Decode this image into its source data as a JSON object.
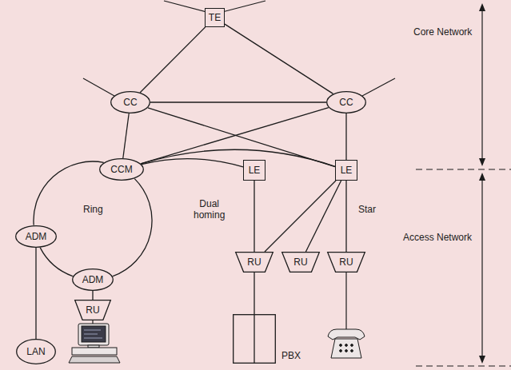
{
  "diagram": {
    "nodes": [
      {
        "text": [
          "TE"
        ]
      },
      {
        "text": [
          "CC"
        ]
      },
      {
        "text": [
          "CC"
        ]
      },
      {
        "text": [
          "CCM"
        ]
      },
      {
        "text": [
          "LE"
        ]
      },
      {
        "text": [
          "LE"
        ]
      },
      {
        "text": [
          "ADM"
        ]
      },
      {
        "text": [
          "RU"
        ]
      },
      {
        "text": [
          "RU"
        ]
      },
      {
        "text": [
          "RU"
        ]
      },
      {
        "text": [
          "ADM"
        ]
      },
      {
        "text": [
          "RU"
        ]
      },
      {
        "text": [
          "PBX"
        ]
      },
      {
        "text": [
          "LAN"
        ]
      }
    ],
    "edges": [
      {
        "from": 0,
        "to": 1,
        "arrow": "none"
      },
      {
        "from": 0,
        "to": 2,
        "arrow": "none"
      },
      {
        "from": 1,
        "to": 2,
        "arrow": "none"
      },
      {
        "from": 1,
        "to": 5,
        "arrow": "none"
      },
      {
        "from": 2,
        "to": 3,
        "arrow": "none"
      },
      {
        "from": 1,
        "to": 3,
        "arrow": "none"
      },
      {
        "from": 2,
        "to": 5,
        "arrow": "none"
      },
      {
        "from": 3,
        "to": 4,
        "arrow": "none"
      },
      {
        "from": 3,
        "to": 5,
        "arrow": "none"
      },
      {
        "from": 3,
        "to": 6,
        "arrow": "none"
      },
      {
        "from": 6,
        "to": 10,
        "arrow": "none"
      },
      {
        "from": 10,
        "to": 3,
        "arrow": "none"
      },
      {
        "from": 4,
        "to": 7,
        "arrow": "none"
      },
      {
        "from": 5,
        "to": 7,
        "arrow": "none"
      },
      {
        "from": 5,
        "to": 8,
        "arrow": "none"
      },
      {
        "from": 5,
        "to": 9,
        "arrow": "none"
      },
      {
        "from": 6,
        "to": 13,
        "arrow": "none"
      },
      {
        "from": 10,
        "to": 11,
        "arrow": "none"
      },
      {
        "from": 7,
        "to": 12,
        "arrow": "none"
      }
    ],
    "labels": [
      "Core Network",
      "Access Network",
      "Ring",
      "Dual homing",
      "Star"
    ]
  }
}
